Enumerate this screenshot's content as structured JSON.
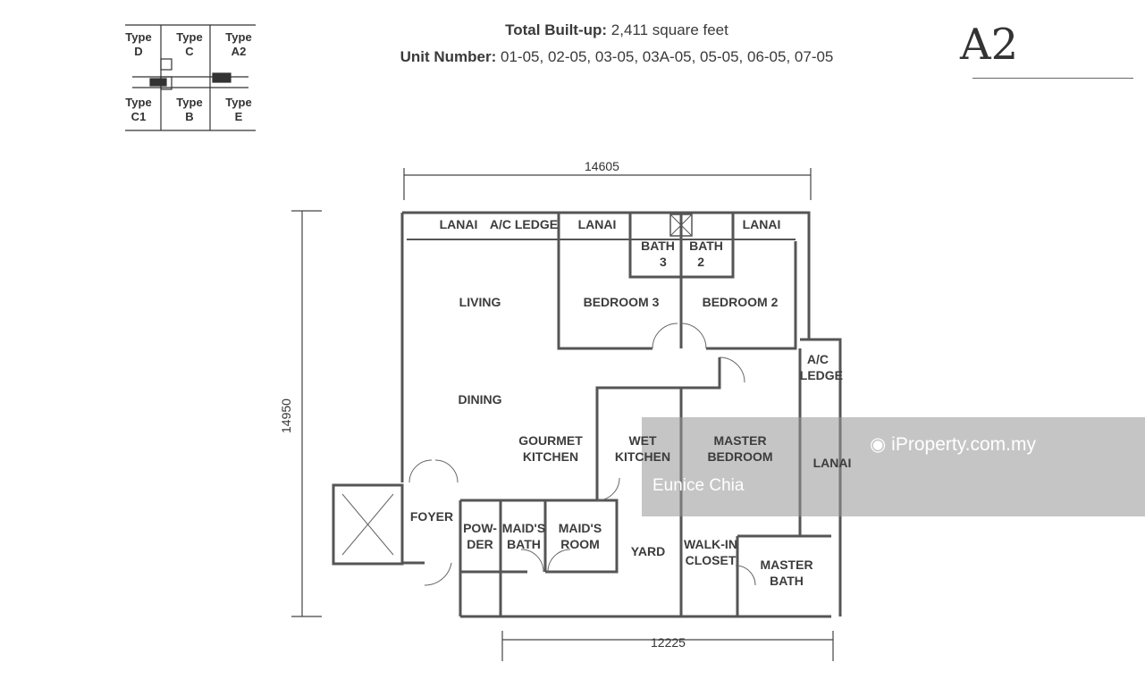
{
  "header": {
    "built_up_label": "Total Built-up:",
    "built_up_value": "2,411 square feet",
    "unit_label": "Unit Number:",
    "unit_value": "01-05, 02-05, 03-05, 03A-05, 05-05, 06-05, 07-05",
    "unit_type": "A2"
  },
  "key_plan": {
    "types": [
      {
        "line1": "Type",
        "line2": "D"
      },
      {
        "line1": "Type",
        "line2": "C"
      },
      {
        "line1": "Type",
        "line2": "A2"
      },
      {
        "line1": "Type",
        "line2": "C1"
      },
      {
        "line1": "Type",
        "line2": "B"
      },
      {
        "line1": "Type",
        "line2": "E"
      }
    ]
  },
  "dimensions": {
    "top": "14605",
    "left": "14950",
    "bottom": "12225"
  },
  "rooms": {
    "lanai_1": "LANAI",
    "ac_ledge_1": "A/C LEDGE",
    "lanai_2": "LANAI",
    "lanai_3": "LANAI",
    "bath3_a": "BATH",
    "bath3_b": "3",
    "bath2_a": "BATH",
    "bath2_b": "2",
    "living": "LIVING",
    "bedroom3": "BEDROOM 3",
    "bedroom2": "BEDROOM 2",
    "ac_ledge_2a": "A/C",
    "ac_ledge_2b": "LEDGE",
    "dining": "DINING",
    "gourmet_a": "GOURMET",
    "gourmet_b": "KITCHEN",
    "wet_a": "WET",
    "wet_b": "KITCHEN",
    "master_a": "MASTER",
    "master_b": "BEDROOM",
    "lanai_4": "LANAI",
    "foyer": "FOYER",
    "powder_a": "POW-",
    "powder_b": "DER",
    "maids_bath_a": "MAID'S",
    "maids_bath_b": "BATH",
    "maids_room_a": "MAID'S",
    "maids_room_b": "ROOM",
    "yard": "YARD",
    "walkin_a": "WALK-IN",
    "walkin_b": "CLOSET",
    "master_bath_a": "MASTER",
    "master_bath_b": "BATH"
  },
  "watermark": {
    "site": "iProperty.com.my",
    "agent": "Eunice Chia"
  }
}
